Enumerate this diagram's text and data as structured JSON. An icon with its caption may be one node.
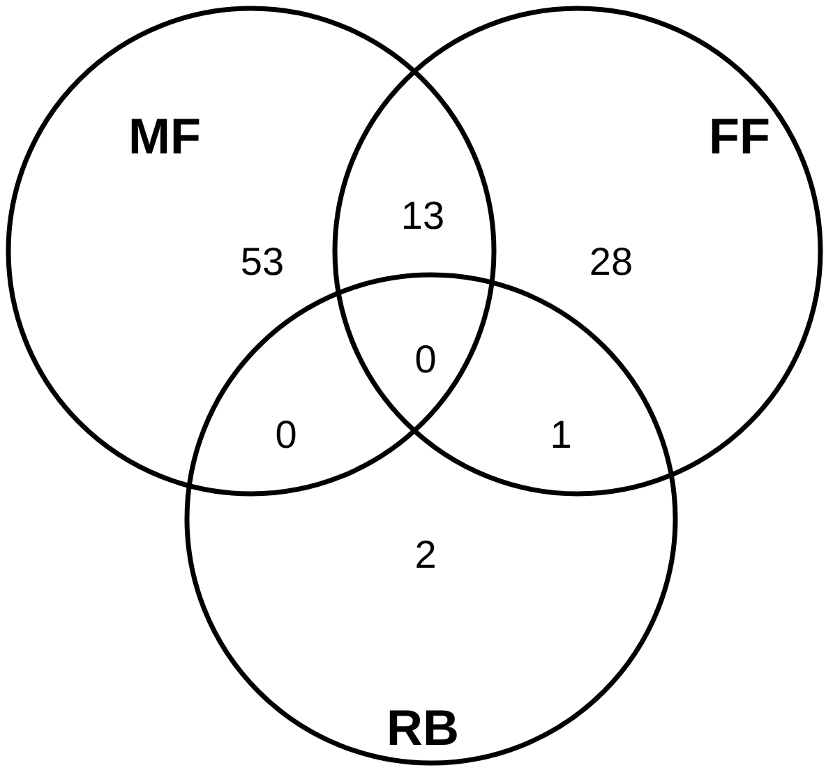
{
  "diagram": {
    "nodes": [
      {
        "text": [
          "MF"
        ]
      },
      {
        "text": [
          "FF"
        ]
      },
      {
        "text": [
          "RB"
        ]
      }
    ],
    "labels": [
      "13",
      "53",
      "28",
      "0",
      "0",
      "1",
      "2"
    ]
  }
}
